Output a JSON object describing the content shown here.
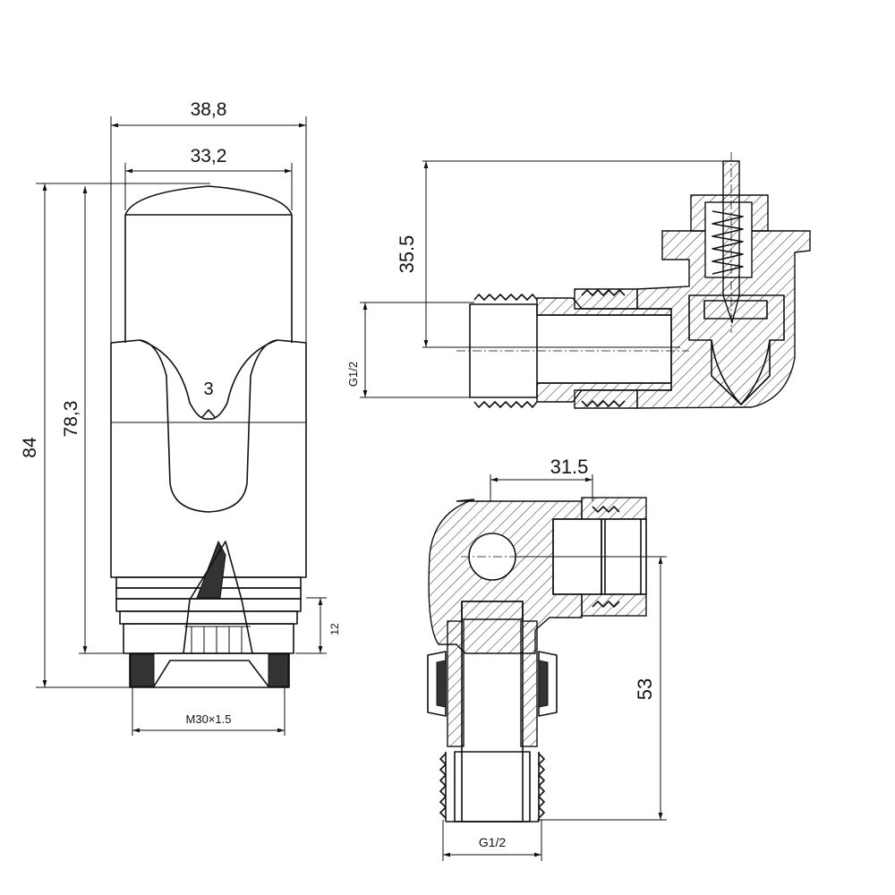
{
  "front_view": {
    "dim_overall_width": "38,8",
    "dim_head_width": "33,2",
    "dim_total_height": "84",
    "dim_body_height": "78,3",
    "dim_nut_height": "12",
    "dim_thread": "M30×1.5",
    "scale_mark": "3"
  },
  "side_section": {
    "dim_height": "35.5",
    "dim_pipe_thread": "G1/2"
  },
  "bottom_section": {
    "dim_width": "31.5",
    "dim_height": "53",
    "dim_pipe_thread": "G1/2"
  }
}
